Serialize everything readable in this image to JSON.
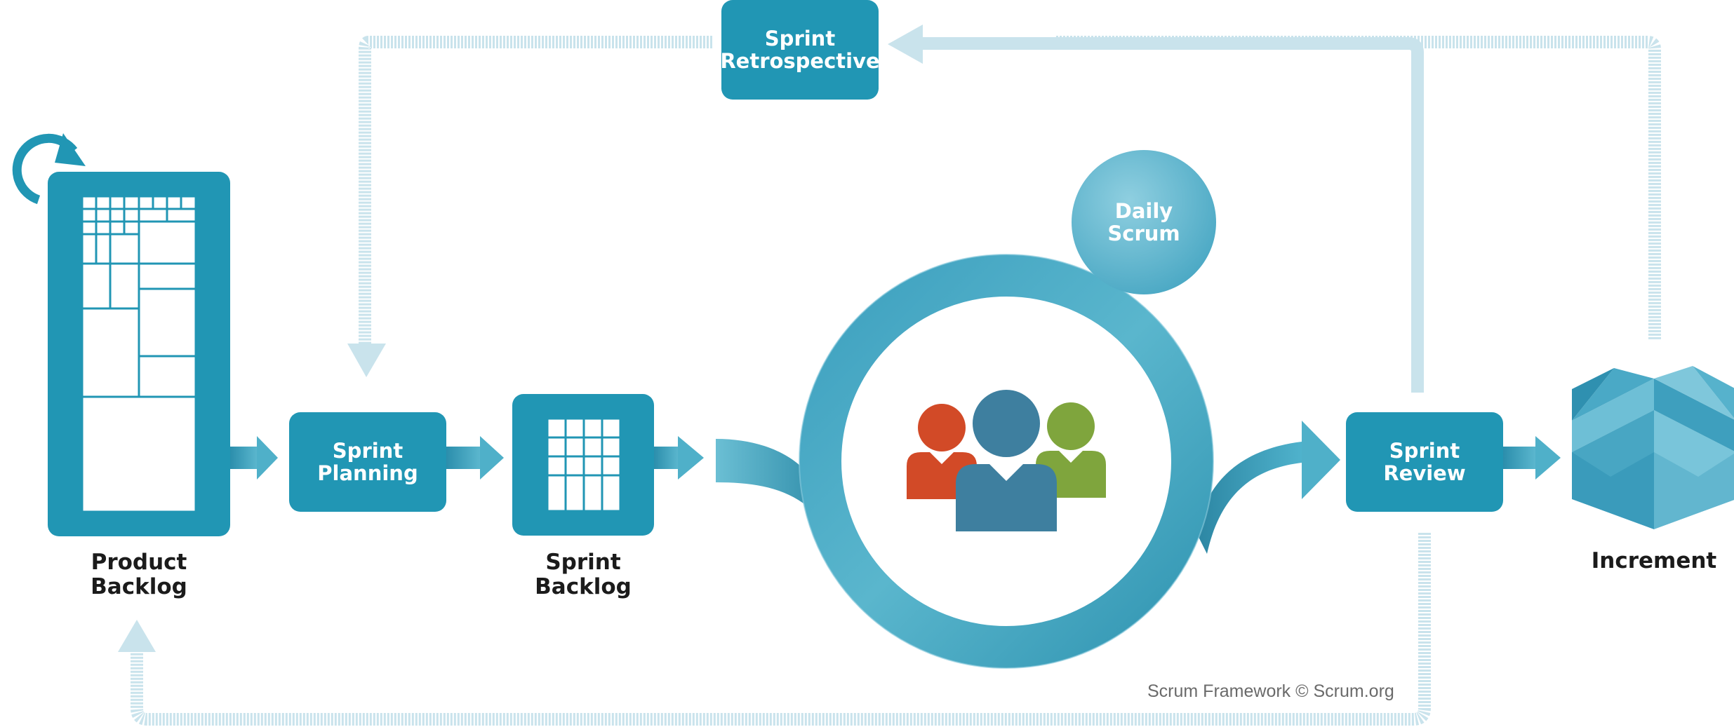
{
  "colors": {
    "primary": "#2196b4",
    "light_loop": "#c9e3ec",
    "team_red": "#d24a27",
    "team_blue": "#3e7f9f",
    "team_green": "#7fa53d"
  },
  "nodes": {
    "product_backlog": {
      "line1": "Product",
      "line2": "Backlog",
      "icon": "backlog-board-icon"
    },
    "sprint_planning": {
      "line1": "Sprint",
      "line2": "Planning"
    },
    "sprint_backlog": {
      "line1": "Sprint",
      "line2": "Backlog",
      "icon": "grid-icon"
    },
    "daily_scrum": {
      "line1": "Daily",
      "line2": "Scrum"
    },
    "sprint_review": {
      "line1": "Sprint",
      "line2": "Review"
    },
    "sprint_retrospective": {
      "line1": "Sprint",
      "line2": "Retrospective"
    },
    "increment": {
      "label": "Increment",
      "icon": "open-box-icon"
    },
    "development_team": {
      "icon": "team-icon"
    }
  },
  "credit": "Scrum Framework © Scrum.org"
}
